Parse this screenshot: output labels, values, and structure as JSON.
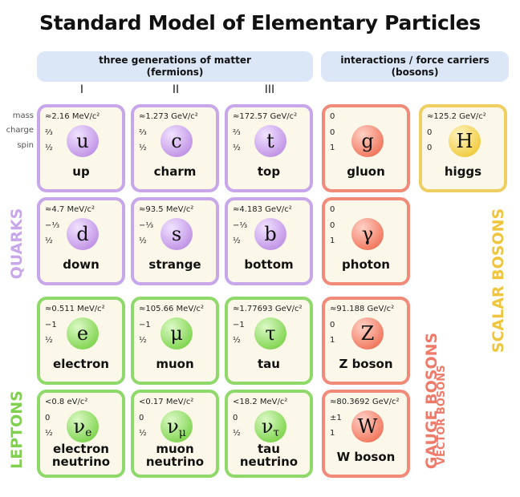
{
  "title": "Standard Model of Elementary Particles",
  "headers": {
    "matter_line1": "three generations of matter",
    "matter_line2": "(fermions)",
    "interactions_line1": "interactions / force carriers",
    "interactions_line2": "(bosons)"
  },
  "generations": [
    "I",
    "II",
    "III"
  ],
  "property_labels": {
    "mass": "mass",
    "charge": "charge",
    "spin": "spin"
  },
  "side_labels": {
    "quarks": "QUARKS",
    "leptons": "LEPTONS",
    "gauge_bosons": "GAUGE BOSONS",
    "vector_bosons": "VECTOR BOSONS",
    "scalar_bosons": "SCALAR BOSONS"
  },
  "colors": {
    "quark": "#c7a6ea",
    "lepton": "#8fd86a",
    "gauge": "#f28a7a",
    "scalar": "#efcf62",
    "header_bg": "#dbe7f7",
    "card_bg": "#fbf8ea"
  },
  "particles": {
    "up": {
      "mass": "≈2.16 MeV/c²",
      "charge": "⅔",
      "spin": "½",
      "symbol": "u",
      "name": "up"
    },
    "charm": {
      "mass": "≈1.273 GeV/c²",
      "charge": "⅔",
      "spin": "½",
      "symbol": "c",
      "name": "charm"
    },
    "top": {
      "mass": "≈172.57 GeV/c²",
      "charge": "⅔",
      "spin": "½",
      "symbol": "t",
      "name": "top"
    },
    "gluon": {
      "mass": "0",
      "charge": "0",
      "spin": "1",
      "symbol": "g",
      "name": "gluon"
    },
    "higgs": {
      "mass": "≈125.2 GeV/c²",
      "charge": "0",
      "spin": "0",
      "symbol": "H",
      "name": "higgs"
    },
    "down": {
      "mass": "≈4.7 MeV/c²",
      "charge": "−⅓",
      "spin": "½",
      "symbol": "d",
      "name": "down"
    },
    "strange": {
      "mass": "≈93.5 MeV/c²",
      "charge": "−⅓",
      "spin": "½",
      "symbol": "s",
      "name": "strange"
    },
    "bottom": {
      "mass": "≈4.183 GeV/c²",
      "charge": "−⅓",
      "spin": "½",
      "symbol": "b",
      "name": "bottom"
    },
    "photon": {
      "mass": "0",
      "charge": "0",
      "spin": "1",
      "symbol": "γ",
      "name": "photon"
    },
    "electron": {
      "mass": "≈0.511 MeV/c²",
      "charge": "−1",
      "spin": "½",
      "symbol": "e",
      "name": "electron"
    },
    "muon": {
      "mass": "≈105.66 MeV/c²",
      "charge": "−1",
      "spin": "½",
      "symbol": "μ",
      "name": "muon"
    },
    "tau": {
      "mass": "≈1.77693 GeV/c²",
      "charge": "−1",
      "spin": "½",
      "symbol": "τ",
      "name": "tau"
    },
    "z": {
      "mass": "≈91.188 GeV/c²",
      "charge": "0",
      "spin": "1",
      "symbol": "Z",
      "name": "Z boson"
    },
    "nu_e": {
      "mass": "<0.8 eV/c²",
      "charge": "0",
      "spin": "½",
      "symbol": "ν",
      "symbol_sub": "e",
      "name_line1": "electron",
      "name_line2": "neutrino"
    },
    "nu_mu": {
      "mass": "<0.17 MeV/c²",
      "charge": "0",
      "spin": "½",
      "symbol": "ν",
      "symbol_sub": "μ",
      "name_line1": "muon",
      "name_line2": "neutrino"
    },
    "nu_tau": {
      "mass": "<18.2 MeV/c²",
      "charge": "0",
      "spin": "½",
      "symbol": "ν",
      "symbol_sub": "τ",
      "name_line1": "tau",
      "name_line2": "neutrino"
    },
    "w": {
      "mass": "≈80.3692 GeV/c²",
      "charge": "±1",
      "spin": "1",
      "symbol": "W",
      "name": "W boson"
    }
  }
}
